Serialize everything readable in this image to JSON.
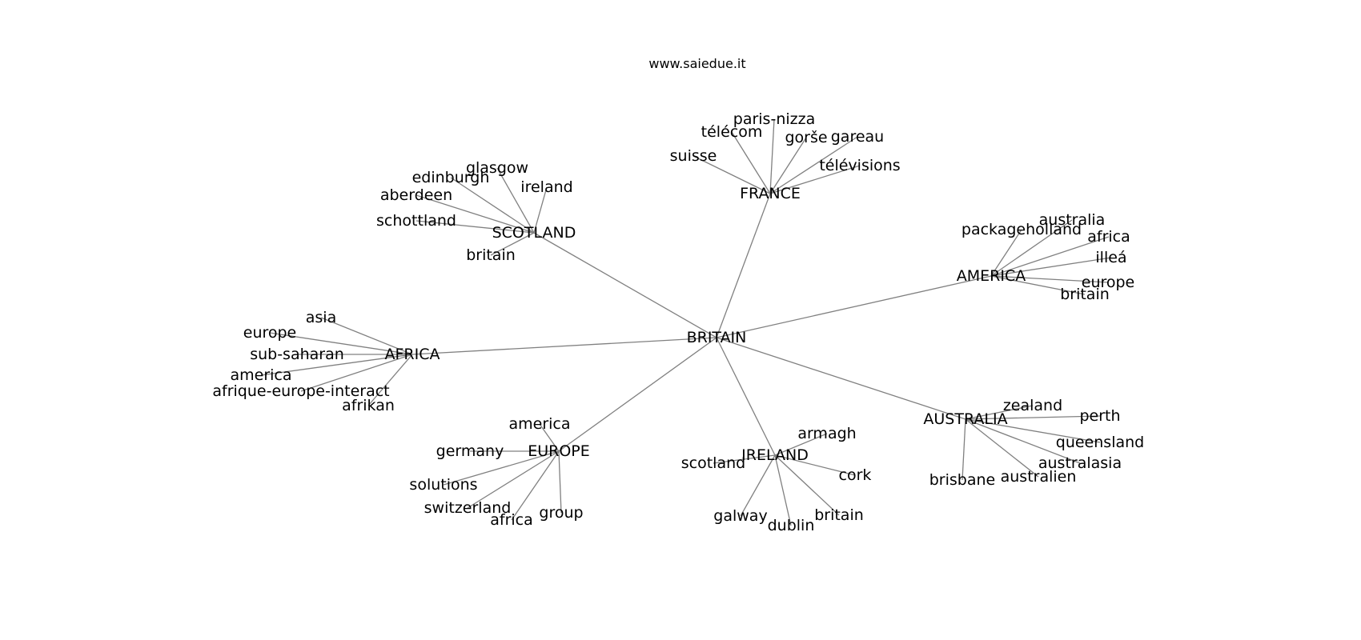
{
  "site": "www.saiedue.it",
  "graph": {
    "root": "BRITAIN",
    "clusters": [
      {
        "name": "SCOTLAND",
        "leaves": [
          "glasgow",
          "edinburgh",
          "ireland",
          "aberdeen",
          "schottland",
          "britain"
        ]
      },
      {
        "name": "FRANCE",
        "leaves": [
          "paris-nizza",
          "télécom",
          "gorše",
          "gareau",
          "suisse",
          "télévisions"
        ]
      },
      {
        "name": "AMERICA",
        "leaves": [
          "australia",
          "packageholland",
          "africa",
          "illeá",
          "europe",
          "britain"
        ]
      },
      {
        "name": "AFRICA",
        "leaves": [
          "asia",
          "europe",
          "sub-saharan",
          "america",
          "afrique-europe-interact",
          "afrikan"
        ]
      },
      {
        "name": "EUROPE",
        "leaves": [
          "america",
          "germany",
          "solutions",
          "switzerland",
          "africa",
          "group"
        ]
      },
      {
        "name": "IRELAND",
        "leaves": [
          "armagh",
          "scotland",
          "cork",
          "galway",
          "dublin",
          "britain"
        ]
      },
      {
        "name": "AUSTRALIA",
        "leaves": [
          "zealand",
          "perth",
          "queensland",
          "australasia",
          "brisbane",
          "australien"
        ]
      }
    ]
  }
}
